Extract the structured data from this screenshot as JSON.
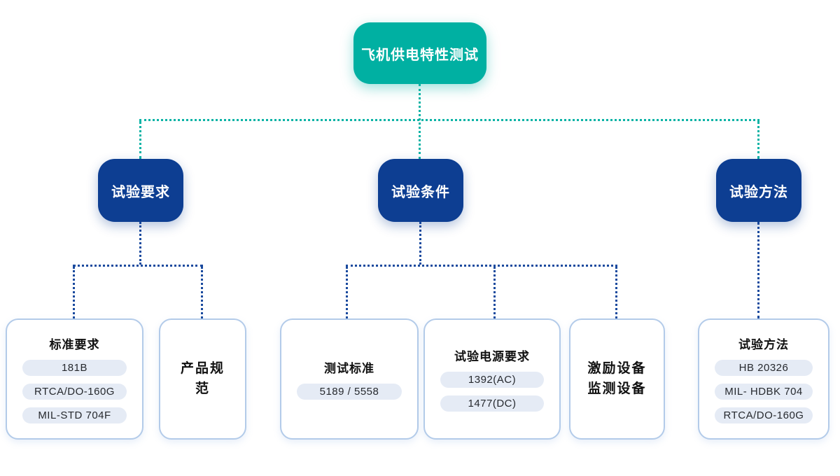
{
  "colors": {
    "root_fill": "#00b0a2",
    "branch_fill": "#0d3e92",
    "teal_connector": "#0ab3a5",
    "blue_connector": "#1a4a9e",
    "card_border": "#b3cbe9",
    "pill_background": "#e5ebf5"
  },
  "diagram": {
    "root": {
      "label": "飞机供电特性测试"
    },
    "branches": [
      {
        "label": "试验要求"
      },
      {
        "label": "试验条件"
      },
      {
        "label": "试验方法"
      }
    ],
    "cards": [
      {
        "title": "标准要求",
        "pills": [
          "181B",
          "RTCA/DO-160G",
          "MIL-STD 704F"
        ]
      },
      {
        "title": "产品规范"
      },
      {
        "title": "测试标准",
        "pills": [
          "5189 / 5558"
        ]
      },
      {
        "title": "试验电源要求",
        "pills": [
          "1392(AC)",
          "1477(DC)"
        ]
      },
      {
        "title_lines": [
          "激励设备",
          "监测设备"
        ]
      },
      {
        "title": "试验方法",
        "pills": [
          "HB 20326",
          "MIL- HDBK 704",
          "RTCA/DO-160G"
        ]
      }
    ]
  }
}
